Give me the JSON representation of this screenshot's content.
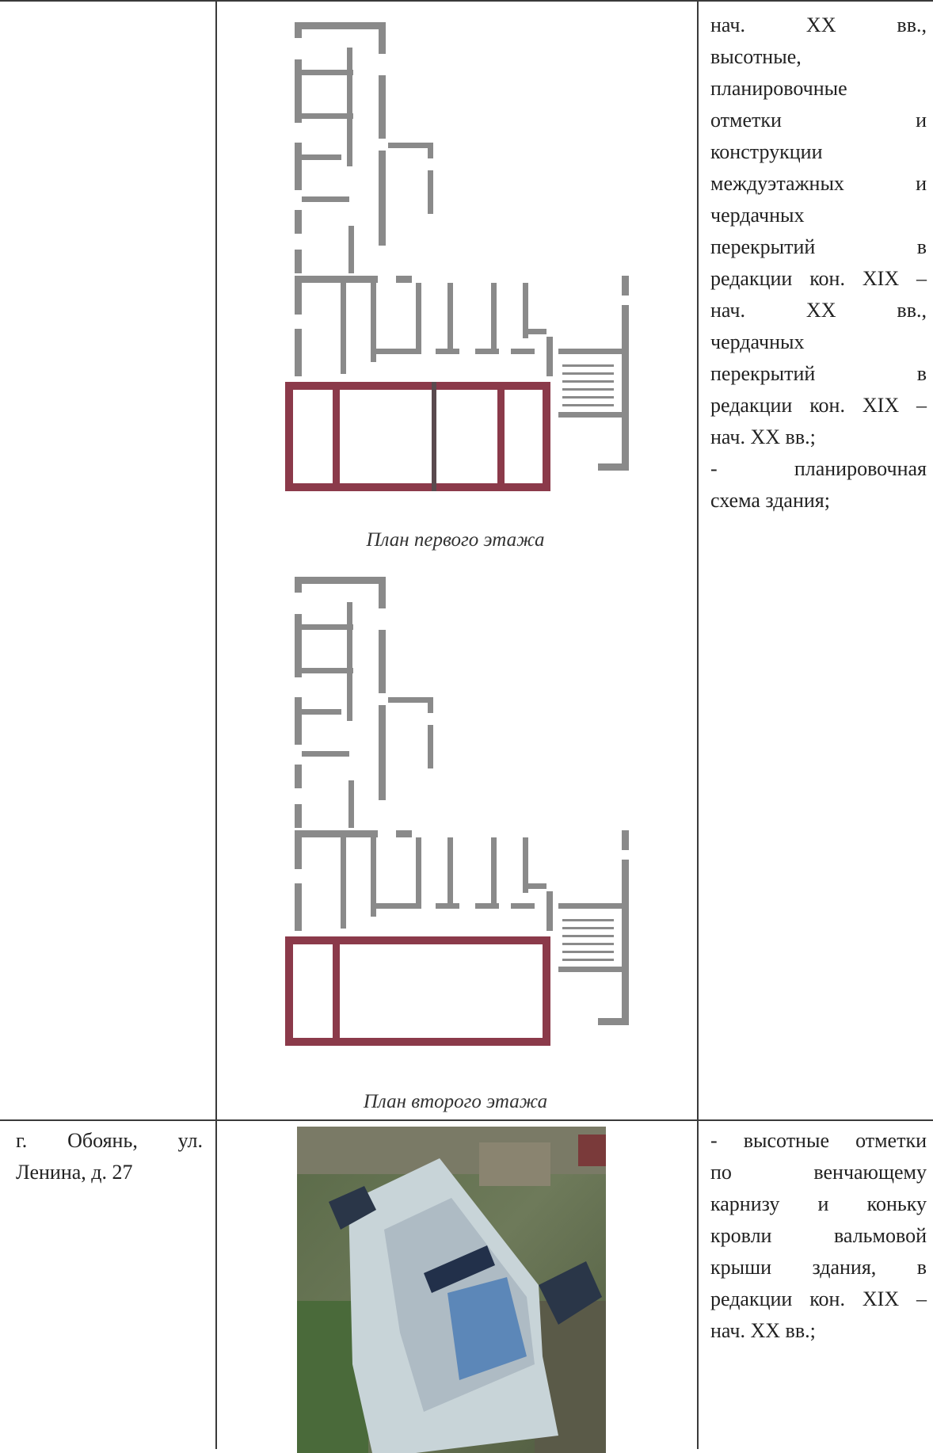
{
  "row1": {
    "description_lines": [
      {
        "text": "нач.        XX          вв.,",
        "justify": true
      },
      {
        "text": "высотные,",
        "justify": false
      },
      {
        "text": "планировочные",
        "justify": false
      },
      {
        "text": "отметки                   и",
        "justify": true
      },
      {
        "text": "конструкции",
        "justify": false
      },
      {
        "text": "междуэтажных         и",
        "justify": true
      },
      {
        "text": "чердачных",
        "justify": false
      },
      {
        "text": "перекрытий               в",
        "justify": true
      },
      {
        "text": "редакции кон. XIX –",
        "justify": true
      },
      {
        "text": "нач.        XX          вв.,",
        "justify": true
      },
      {
        "text": "чердачных",
        "justify": false
      },
      {
        "text": "перекрытий               в",
        "justify": true
      },
      {
        "text": "редакции кон. XIX –",
        "justify": true
      },
      {
        "text": "нач. XX вв.;",
        "justify": false
      },
      {
        "text": "-         планировочная",
        "justify": true
      },
      {
        "text": "схема здания;",
        "justify": false
      }
    ],
    "plan1_caption": "План первого этажа",
    "plan2_caption": "План второго этажа"
  },
  "row2": {
    "address_lines": [
      {
        "text": "г.    Обоянь,    ул.",
        "justify": true
      },
      {
        "text": "Ленина, д. 27",
        "justify": false
      }
    ],
    "description_lines": [
      {
        "text": "- высотные отметки",
        "justify": true
      },
      {
        "text": "по          венчающему",
        "justify": true
      },
      {
        "text": "карнизу    и    коньку",
        "justify": true
      },
      {
        "text": "кровли      вальмовой",
        "justify": true
      },
      {
        "text": "крыши    здания,    в",
        "justify": true
      },
      {
        "text": "редакции кон. XIX –",
        "justify": true
      },
      {
        "text": "нач. XX вв.;",
        "justify": false
      }
    ]
  },
  "colors": {
    "wall_gray": "#8a8a8a",
    "wall_highlight": "#8b3a4a",
    "rule": "#3a3a3a"
  }
}
